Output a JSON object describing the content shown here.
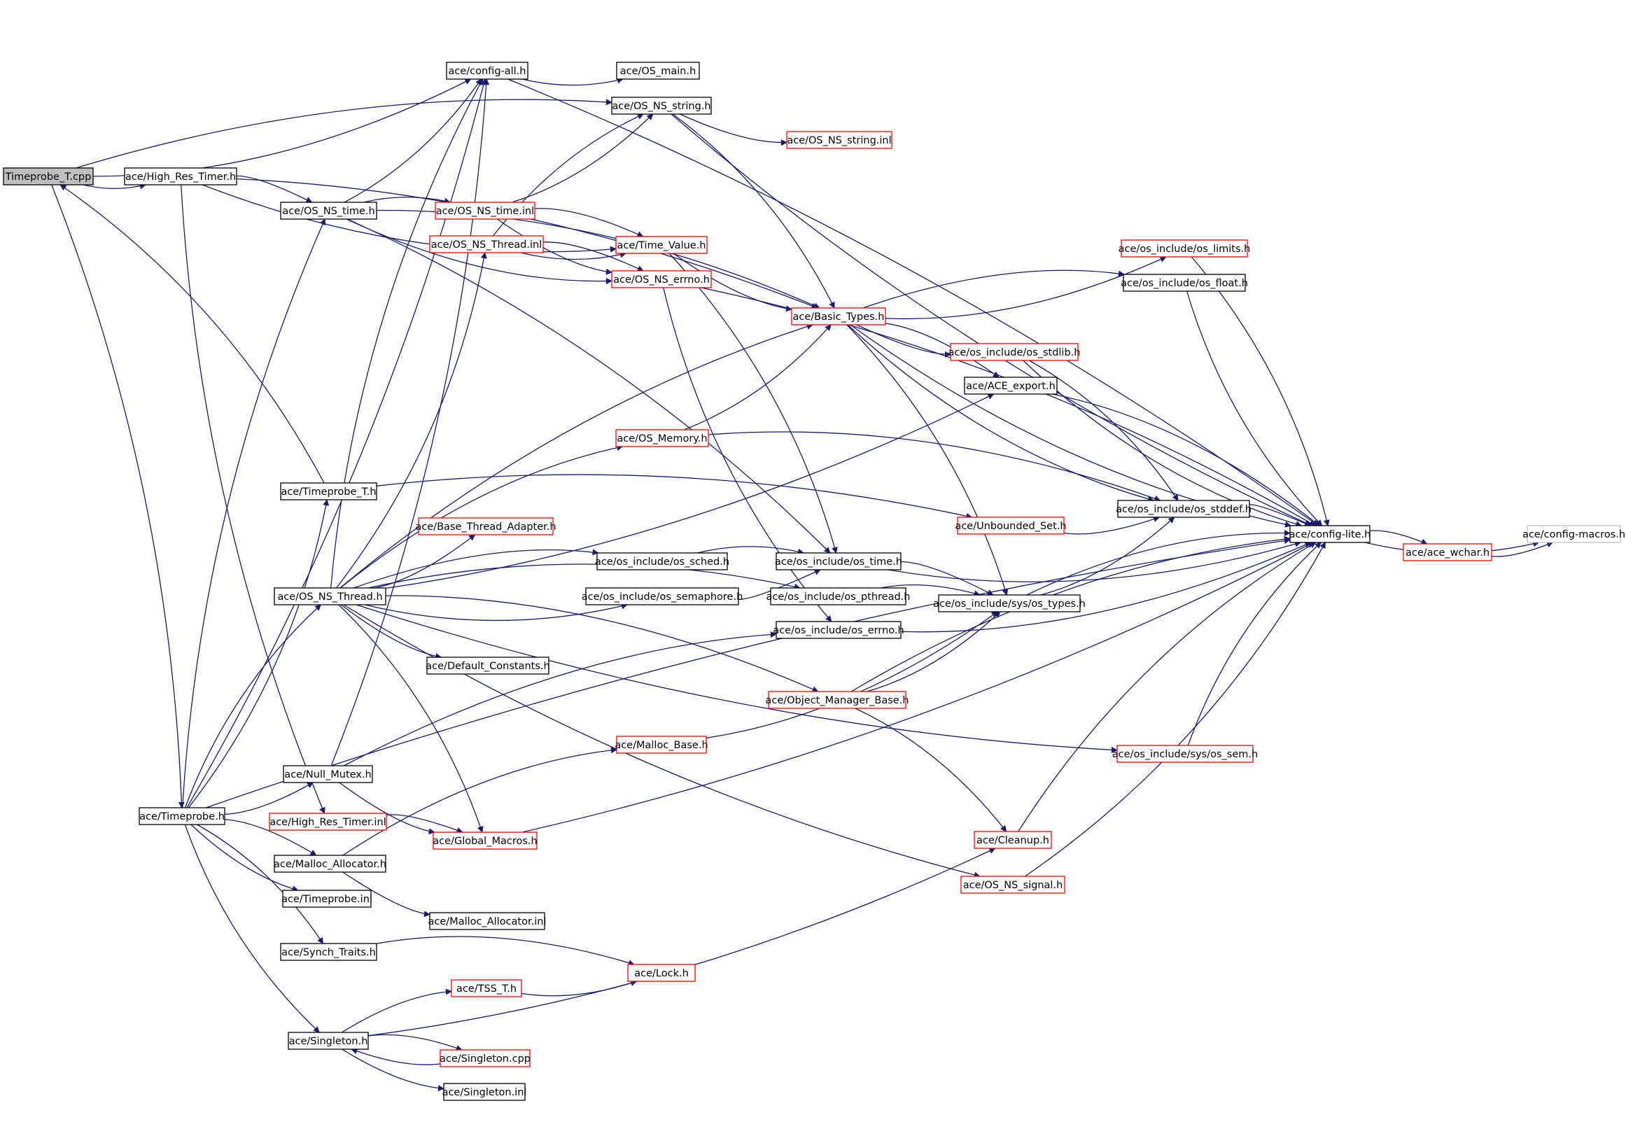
{
  "colors": {
    "edge": "#191970",
    "border_default": "#000000",
    "border_truncated": "#ff0000",
    "root_fill": "#bfbfbf",
    "config_macros_border": "#bfbfbf"
  },
  "nodes": {
    "timeprobe_t_cpp": {
      "label": "Timeprobe_T.cpp",
      "style": "root"
    },
    "high_res_timer_h": {
      "label": "ace/High_Res_Timer.h",
      "style": "normal"
    },
    "config_all_h": {
      "label": "ace/config-all.h",
      "style": "normal"
    },
    "os_main_h": {
      "label": "ace/OS_main.h",
      "style": "normal"
    },
    "os_ns_string_h": {
      "label": "ace/OS_NS_string.h",
      "style": "normal"
    },
    "os_ns_string_inl": {
      "label": "ace/OS_NS_string.inl",
      "style": "truncated"
    },
    "os_ns_time_h": {
      "label": "ace/OS_NS_time.h",
      "style": "normal"
    },
    "os_ns_time_inl": {
      "label": "ace/OS_NS_time.inl",
      "style": "truncated"
    },
    "os_ns_thread_inl": {
      "label": "ace/OS_NS_Thread.inl",
      "style": "truncated"
    },
    "time_value_h": {
      "label": "ace/Time_Value.h",
      "style": "truncated"
    },
    "os_ns_errno_h": {
      "label": "ace/OS_NS_errno.h",
      "style": "truncated"
    },
    "basic_types_h": {
      "label": "ace/Basic_Types.h",
      "style": "truncated"
    },
    "os_limits_h": {
      "label": "ace/os_include/os_limits.h",
      "style": "truncated"
    },
    "os_float_h": {
      "label": "ace/os_include/os_float.h",
      "style": "normal"
    },
    "os_stdlib_h": {
      "label": "ace/os_include/os_stdlib.h",
      "style": "truncated"
    },
    "ace_export_h": {
      "label": "ace/ACE_export.h",
      "style": "normal"
    },
    "os_memory_h": {
      "label": "ace/OS_Memory.h",
      "style": "truncated"
    },
    "timeprobe_t_h": {
      "label": "ace/Timeprobe_T.h",
      "style": "normal"
    },
    "unbounded_set_h": {
      "label": "ace/Unbounded_Set.h",
      "style": "truncated"
    },
    "os_stddef_h": {
      "label": "ace/os_include/os_stddef.h",
      "style": "normal"
    },
    "config_lite_h": {
      "label": "ace/config-lite.h",
      "style": "normal"
    },
    "config_macros_h": {
      "label": "ace/config-macros.h",
      "style": "external"
    },
    "ace_wchar_h": {
      "label": "ace/ace_wchar.h",
      "style": "truncated"
    },
    "base_thread_adapter_h": {
      "label": "ace/Base_Thread_Adapter.h",
      "style": "truncated"
    },
    "os_sched_h": {
      "label": "ace/os_include/os_sched.h",
      "style": "normal"
    },
    "os_time_h": {
      "label": "ace/os_include/os_time.h",
      "style": "normal"
    },
    "os_ns_thread_h": {
      "label": "ace/OS_NS_Thread.h",
      "style": "normal"
    },
    "os_semaphore_h": {
      "label": "ace/os_include/os_semaphore.h",
      "style": "normal"
    },
    "os_pthread_h": {
      "label": "ace/os_include/os_pthread.h",
      "style": "normal"
    },
    "os_types_h": {
      "label": "ace/os_include/sys/os_types.h",
      "style": "normal"
    },
    "os_errno_h": {
      "label": "ace/os_include/os_errno.h",
      "style": "normal"
    },
    "default_constants_h": {
      "label": "ace/Default_Constants.h",
      "style": "normal"
    },
    "object_manager_base_h": {
      "label": "ace/Object_Manager_Base.h",
      "style": "truncated"
    },
    "malloc_base_h": {
      "label": "ace/Malloc_Base.h",
      "style": "truncated"
    },
    "os_sem_h": {
      "label": "ace/os_include/sys/os_sem.h",
      "style": "truncated"
    },
    "null_mutex_h": {
      "label": "ace/Null_Mutex.h",
      "style": "normal"
    },
    "timeprobe_h": {
      "label": "ace/Timeprobe.h",
      "style": "normal"
    },
    "high_res_timer_inl": {
      "label": "ace/High_Res_Timer.inl",
      "style": "truncated"
    },
    "global_macros_h": {
      "label": "ace/Global_Macros.h",
      "style": "truncated"
    },
    "cleanup_h": {
      "label": "ace/Cleanup.h",
      "style": "truncated"
    },
    "malloc_allocator_h": {
      "label": "ace/Malloc_Allocator.h",
      "style": "normal"
    },
    "os_ns_signal_h": {
      "label": "ace/OS_NS_signal.h",
      "style": "truncated"
    },
    "timeprobe_inl": {
      "label": "ace/Timeprobe.inl",
      "style": "normal"
    },
    "malloc_allocator_inl": {
      "label": "ace/Malloc_Allocator.inl",
      "style": "normal"
    },
    "synch_traits_h": {
      "label": "ace/Synch_Traits.h",
      "style": "normal"
    },
    "lock_h": {
      "label": "ace/Lock.h",
      "style": "truncated"
    },
    "tss_t_h": {
      "label": "ace/TSS_T.h",
      "style": "truncated"
    },
    "singleton_h": {
      "label": "ace/Singleton.h",
      "style": "normal"
    },
    "singleton_cpp": {
      "label": "ace/Singleton.cpp",
      "style": "truncated"
    },
    "singleton_inl": {
      "label": "ace/Singleton.inl",
      "style": "normal"
    }
  },
  "edges": [
    [
      "timeprobe_t_cpp",
      "config_all_h"
    ],
    [
      "timeprobe_t_cpp",
      "os_ns_string_h"
    ],
    [
      "timeprobe_t_cpp",
      "high_res_timer_h"
    ],
    [
      "timeprobe_t_cpp",
      "timeprobe_h"
    ],
    [
      "config_all_h",
      "os_main_h"
    ],
    [
      "config_all_h",
      "config_lite_h"
    ],
    [
      "os_ns_string_h",
      "os_ns_string_inl"
    ],
    [
      "os_ns_string_h",
      "basic_types_h"
    ],
    [
      "os_ns_string_h",
      "config_lite_h"
    ],
    [
      "high_res_timer_h",
      "os_ns_time_h"
    ],
    [
      "high_res_timer_h",
      "time_value_h"
    ],
    [
      "high_res_timer_h",
      "basic_types_h"
    ],
    [
      "high_res_timer_h",
      "high_res_timer_inl"
    ],
    [
      "os_ns_time_h",
      "os_ns_time_inl"
    ],
    [
      "os_ns_time_h",
      "config_all_h"
    ],
    [
      "os_ns_time_h",
      "basic_types_h"
    ],
    [
      "os_ns_time_h",
      "os_ns_errno_h"
    ],
    [
      "os_ns_time_h",
      "os_time_h"
    ],
    [
      "os_ns_time_inl",
      "os_ns_string_h"
    ],
    [
      "os_ns_time_inl",
      "time_value_h"
    ],
    [
      "os_ns_time_inl",
      "os_ns_errno_h"
    ],
    [
      "os_ns_thread_inl",
      "os_ns_string_h"
    ],
    [
      "os_ns_thread_inl",
      "time_value_h"
    ],
    [
      "os_ns_thread_inl",
      "os_ns_errno_h"
    ],
    [
      "time_value_h",
      "basic_types_h"
    ],
    [
      "time_value_h",
      "os_time_h"
    ],
    [
      "os_ns_errno_h",
      "os_errno_h"
    ],
    [
      "os_ns_errno_h",
      "config_lite_h"
    ],
    [
      "basic_types_h",
      "os_limits_h"
    ],
    [
      "basic_types_h",
      "os_float_h"
    ],
    [
      "basic_types_h",
      "os_stdlib_h"
    ],
    [
      "basic_types_h",
      "ace_export_h"
    ],
    [
      "basic_types_h",
      "os_stddef_h"
    ],
    [
      "basic_types_h",
      "os_types_h"
    ],
    [
      "basic_types_h",
      "config_lite_h"
    ],
    [
      "os_limits_h",
      "config_lite_h"
    ],
    [
      "os_float_h",
      "config_lite_h"
    ],
    [
      "os_stdlib_h",
      "os_stddef_h"
    ],
    [
      "os_stdlib_h",
      "config_lite_h"
    ],
    [
      "ace_export_h",
      "config_lite_h"
    ],
    [
      "os_memory_h",
      "basic_types_h"
    ],
    [
      "os_memory_h",
      "os_stddef_h"
    ],
    [
      "timeprobe_t_h",
      "timeprobe_t_cpp"
    ],
    [
      "timeprobe_t_h",
      "unbounded_set_h"
    ],
    [
      "unbounded_set_h",
      "os_stddef_h"
    ],
    [
      "os_stddef_h",
      "config_lite_h"
    ],
    [
      "config_lite_h",
      "config_macros_h"
    ],
    [
      "config_lite_h",
      "ace_wchar_h"
    ],
    [
      "ace_wchar_h",
      "config_macros_h"
    ],
    [
      "os_ns_thread_h",
      "config_all_h"
    ],
    [
      "os_ns_thread_h",
      "os_ns_thread_inl"
    ],
    [
      "os_ns_thread_h",
      "basic_types_h"
    ],
    [
      "os_ns_thread_h",
      "ace_export_h"
    ],
    [
      "os_ns_thread_h",
      "os_memory_h"
    ],
    [
      "os_ns_thread_h",
      "base_thread_adapter_h"
    ],
    [
      "os_ns_thread_h",
      "os_sched_h"
    ],
    [
      "os_ns_thread_h",
      "os_semaphore_h"
    ],
    [
      "os_ns_thread_h",
      "os_pthread_h"
    ],
    [
      "os_ns_thread_h",
      "default_constants_h"
    ],
    [
      "os_ns_thread_h",
      "object_manager_base_h"
    ],
    [
      "os_ns_thread_h",
      "os_sem_h"
    ],
    [
      "os_ns_thread_h",
      "global_macros_h"
    ],
    [
      "os_ns_thread_h",
      "os_ns_signal_h"
    ],
    [
      "os_sched_h",
      "os_time_h"
    ],
    [
      "os_semaphore_h",
      "os_time_h"
    ],
    [
      "os_time_h",
      "os_types_h"
    ],
    [
      "os_time_h",
      "config_lite_h"
    ],
    [
      "os_pthread_h",
      "os_types_h"
    ],
    [
      "os_types_h",
      "os_stddef_h"
    ],
    [
      "os_types_h",
      "config_lite_h"
    ],
    [
      "os_errno_h",
      "config_lite_h"
    ],
    [
      "object_manager_base_h",
      "config_lite_h"
    ],
    [
      "object_manager_base_h",
      "os_types_h"
    ],
    [
      "object_manager_base_h",
      "cleanup_h"
    ],
    [
      "malloc_base_h",
      "os_types_h"
    ],
    [
      "os_sem_h",
      "config_lite_h"
    ],
    [
      "null_mutex_h",
      "config_all_h"
    ],
    [
      "null_mutex_h",
      "os_errno_h"
    ],
    [
      "null_mutex_h",
      "global_macros_h"
    ],
    [
      "timeprobe_h",
      "os_ns_time_h"
    ],
    [
      "timeprobe_h",
      "timeprobe_t_h"
    ],
    [
      "timeprobe_h",
      "os_ns_thread_h"
    ],
    [
      "timeprobe_h",
      "null_mutex_h"
    ],
    [
      "timeprobe_h",
      "malloc_allocator_h"
    ],
    [
      "timeprobe_h",
      "timeprobe_inl"
    ],
    [
      "timeprobe_h",
      "synch_traits_h"
    ],
    [
      "timeprobe_h",
      "singleton_h"
    ],
    [
      "timeprobe_h",
      "config_lite_h"
    ],
    [
      "timeprobe_h",
      "config_all_h"
    ],
    [
      "high_res_timer_inl",
      "global_macros_h"
    ],
    [
      "global_macros_h",
      "config_lite_h"
    ],
    [
      "cleanup_h",
      "config_lite_h"
    ],
    [
      "os_ns_signal_h",
      "config_lite_h"
    ],
    [
      "malloc_allocator_h",
      "malloc_base_h"
    ],
    [
      "malloc_allocator_h",
      "malloc_allocator_inl"
    ],
    [
      "synch_traits_h",
      "lock_h"
    ],
    [
      "tss_t_h",
      "lock_h"
    ],
    [
      "singleton_h",
      "tss_t_h"
    ],
    [
      "singleton_h",
      "cleanup_h"
    ],
    [
      "singleton_h",
      "singleton_cpp"
    ],
    [
      "singleton_h",
      "singleton_inl"
    ],
    [
      "singleton_cpp",
      "singleton_h"
    ]
  ]
}
